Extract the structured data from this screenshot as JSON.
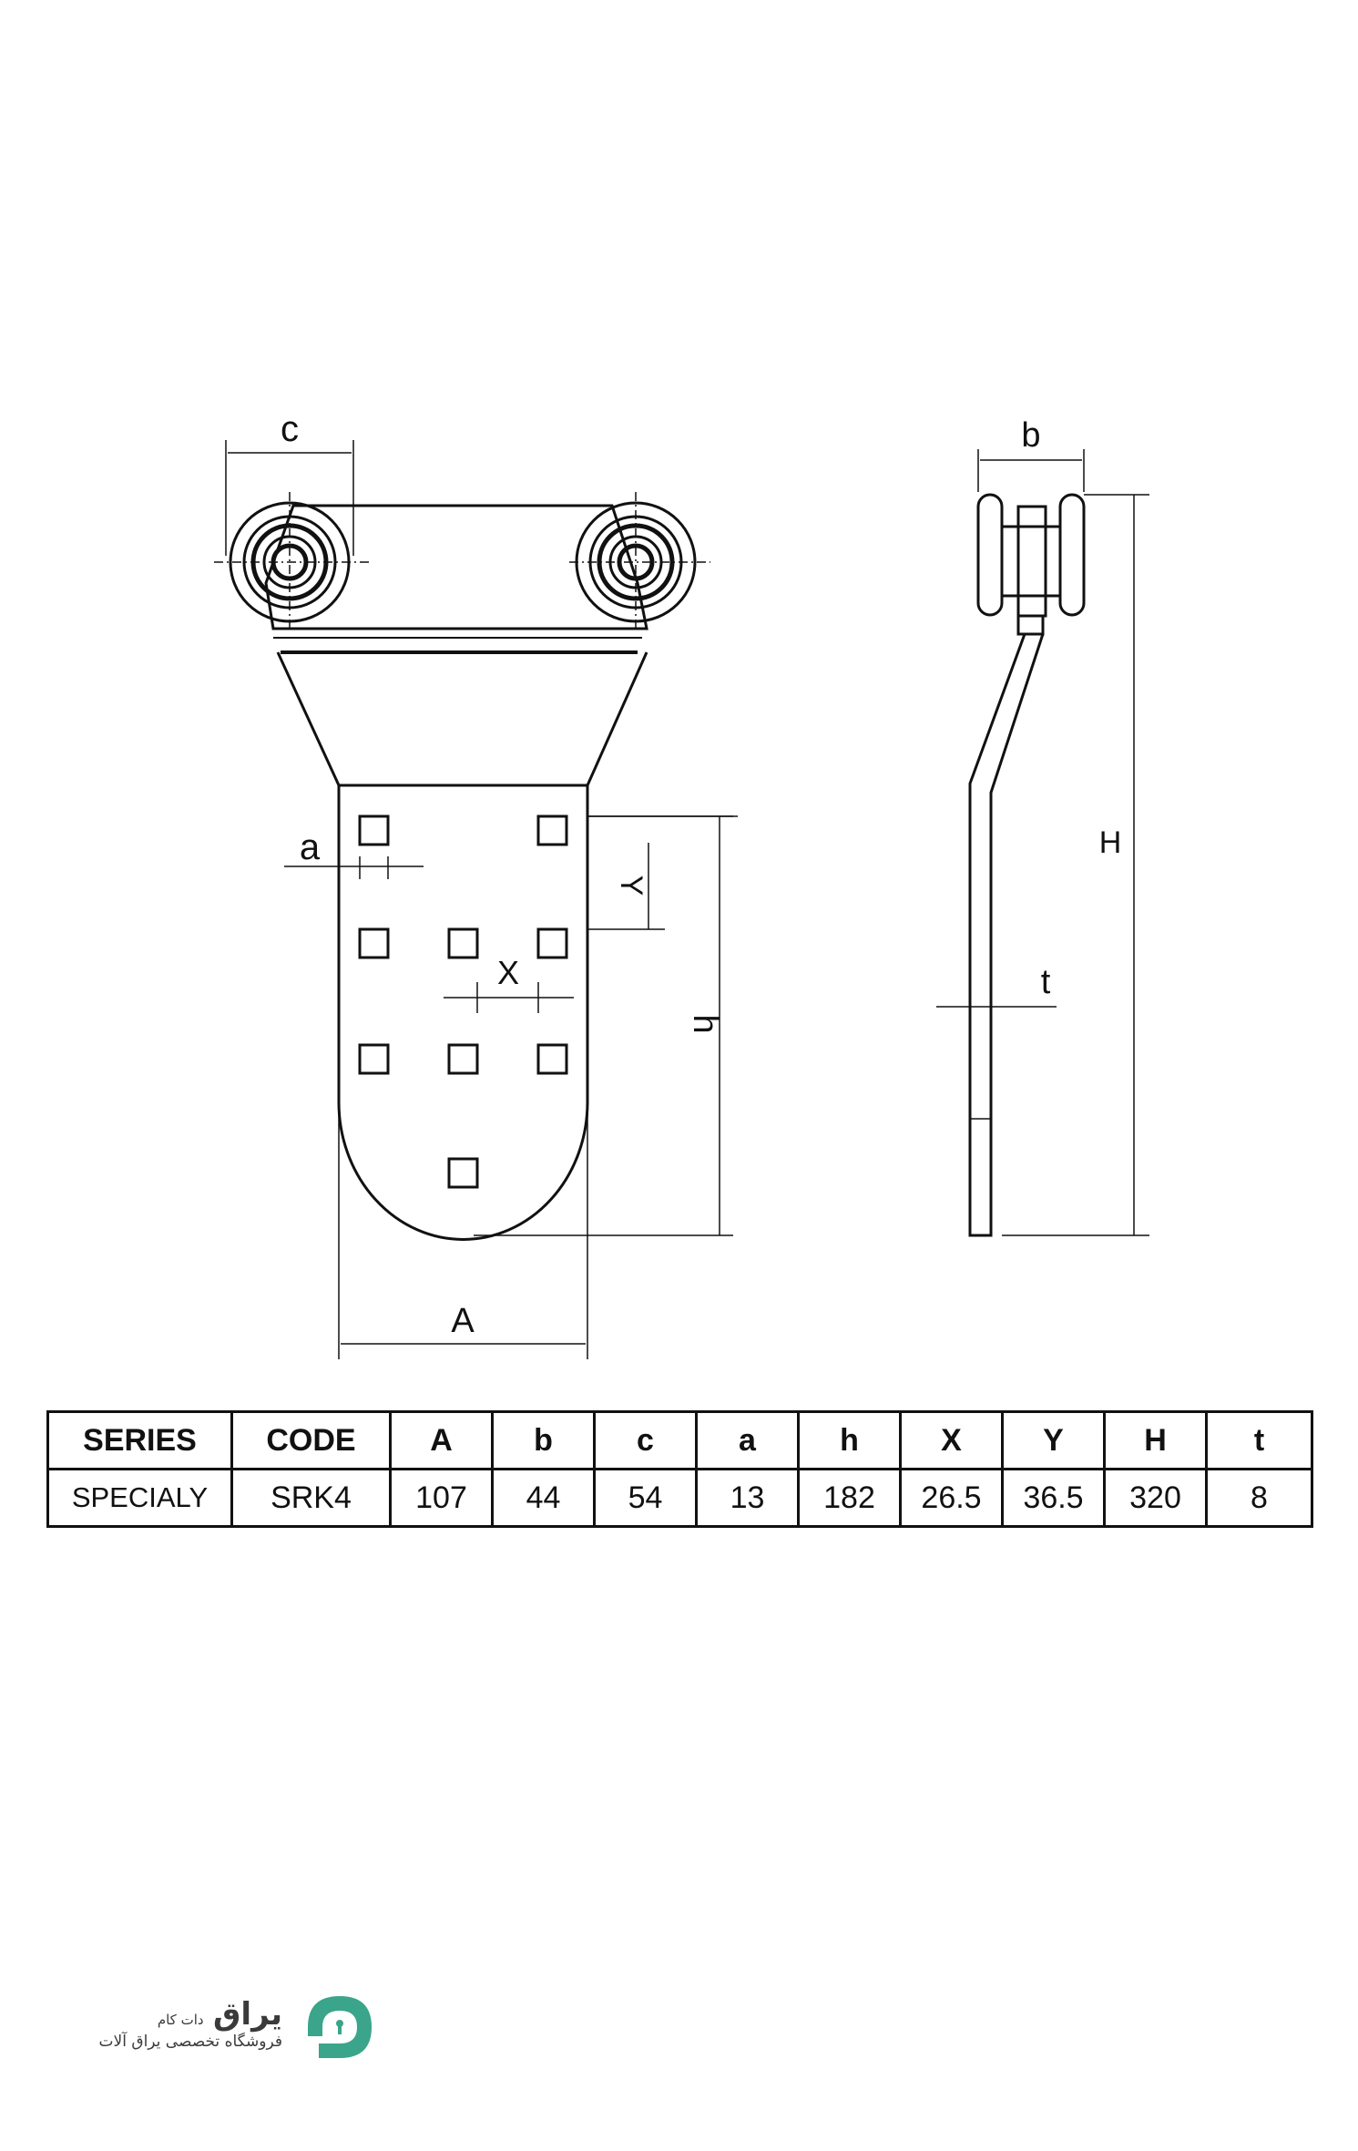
{
  "labels": {
    "c": "c",
    "b": "b",
    "H": "H",
    "a": "a",
    "Y": "Y",
    "X": "X",
    "h": "h",
    "t": "t",
    "A": "A"
  },
  "table": {
    "headers": [
      "SERIES",
      "CODE",
      "A",
      "b",
      "c",
      "a",
      "h",
      "X",
      "Y",
      "H",
      "t"
    ],
    "row": [
      "SPECIALY",
      "SRK4",
      "107",
      "44",
      "54",
      "13",
      "182",
      "26.5",
      "36.5",
      "320",
      "8"
    ]
  },
  "logo": {
    "brand": "یراق",
    "sub": "دات کام",
    "tagline": "فروشگاه تخصصی یراق آلات",
    "color": "#3aa58a"
  }
}
